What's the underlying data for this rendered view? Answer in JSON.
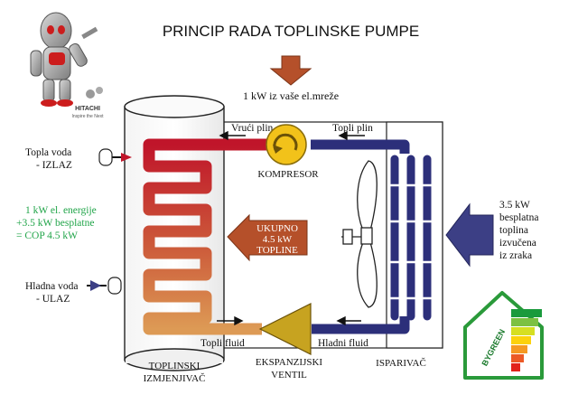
{
  "title": "PRINCIP RADA TOPLINSKE PUMPE",
  "grid_input": "1 kW iz vaše el.mreže",
  "compressor_label": "KOMPRESOR",
  "hot_gas_label": "Vrući plin",
  "warm_gas_label": "Topli plin",
  "warm_fluid_label": "Topli fluid",
  "cold_fluid_label": "Hladni fluid",
  "hot_water_line1": "Topla voda",
  "hot_water_line2": "- IZLAZ",
  "cold_water_line1": "Hladna voda",
  "cold_water_line2": "- ULAZ",
  "cop_line1": "1 kW el. energije",
  "cop_line2": "+3.5 kW besplatne",
  "cop_line3": "= COP 4.5 kW",
  "total_line1": "UKUPNO",
  "total_line2": "4.5 kW",
  "total_line3": "TOPLINE",
  "air_line1": "3.5 kW",
  "air_line2": "besplatna",
  "air_line3": "toplina",
  "air_line4": "izvučena",
  "air_line5": "iz zraka",
  "exchanger_line1": "TOPLINSKI",
  "exchanger_line2": "IZMJENJIVAČ",
  "valve_line1": "EKSPANZIJSKI",
  "valve_line2": "VENTIL",
  "evaporator_label": "ISPARIVAČ",
  "robot_brand": "HITACHI",
  "robot_tagline": "Inspire the Next",
  "logo_text": "BYGREEN",
  "colors": {
    "hot_pipe": "#c0152a",
    "warm_pipe": "#d8874a",
    "cold_pipe": "#2c2f7a",
    "arrow_brown": "#b5502a",
    "cop_green": "#22a54a",
    "compressor": "#f2c21a",
    "valve": "#c7a320",
    "inflow_arrow": "#3c3f85"
  }
}
